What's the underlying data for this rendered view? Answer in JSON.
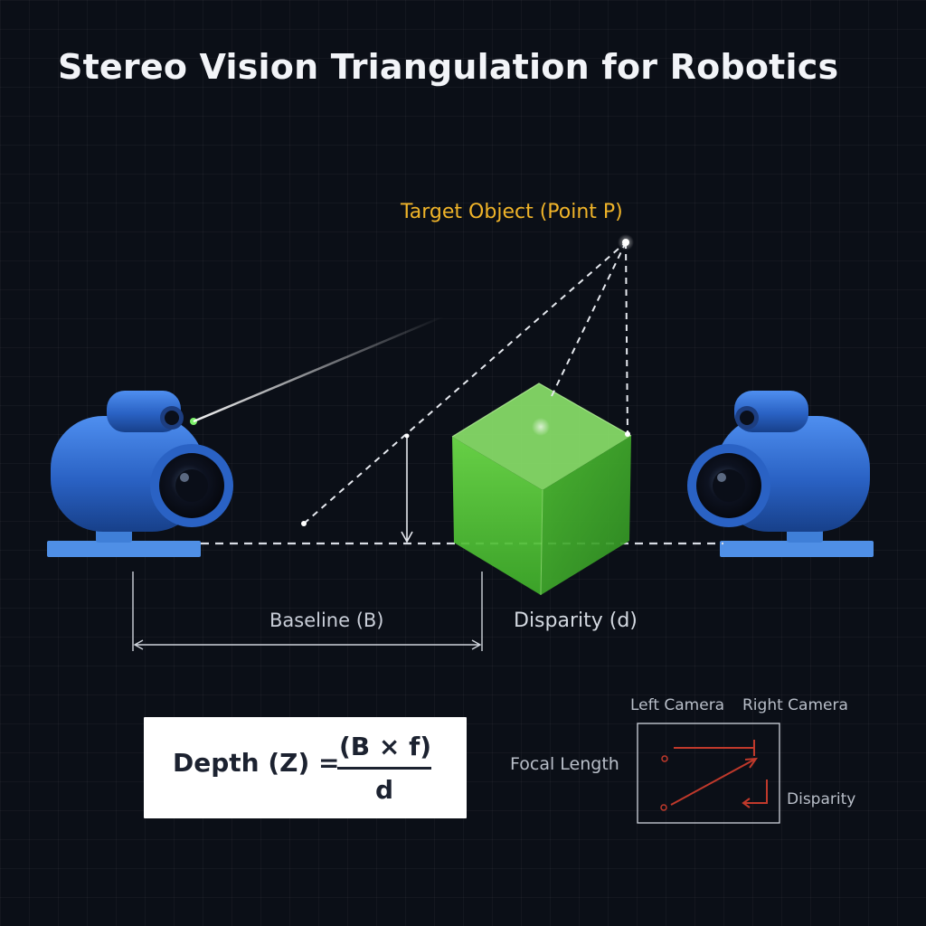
{
  "title": "Stereo Vision Triangulation for Robotics",
  "labels": {
    "target": "Target Object (Point P)",
    "baseline": "Baseline (B)",
    "disparity": "Disparity (d)"
  },
  "formula": {
    "lhs": "Depth (Z) =",
    "numerator": "(B × f)",
    "denominator": "d"
  },
  "inset": {
    "focal_length": "Focal Length",
    "left_camera": "Left Camera",
    "right_camera": "Right Camera",
    "disparity": "Disparity"
  },
  "colors": {
    "background": "#0b0f17",
    "camera_body": "#2f6fd6",
    "cube": "#5fd13d",
    "target_label": "#f0b429",
    "inset_arrow": "#c0392b"
  },
  "icons": {
    "left_camera": "camera-icon",
    "right_camera": "camera-icon",
    "target_object": "cube-icon"
  }
}
